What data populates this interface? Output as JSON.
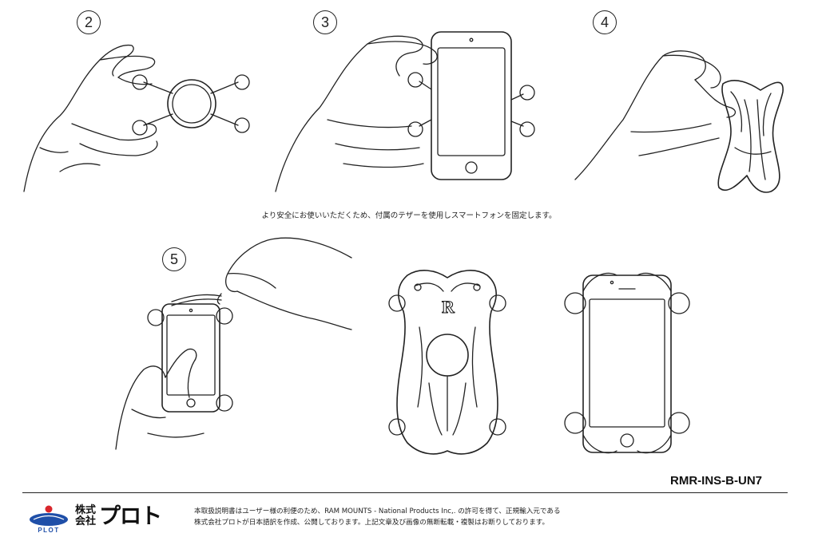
{
  "steps": [
    {
      "number": "2"
    },
    {
      "number": "3"
    },
    {
      "number": "4"
    },
    {
      "number": "5"
    }
  ],
  "notice_text": "より安全にお使いいただくため、付属のテザーを使用しスマートフォンを固定します。",
  "cradle_logo_letter": "R",
  "doc_code": "RMR-INS-B-UN7",
  "logo": {
    "mark_text": "PLOT",
    "company_prefix": "株式会社",
    "company_name": "プロト"
  },
  "footer": {
    "line1": "本取扱説明書はユーザー様の利便のため、RAM MOUNTS - National Products Inc,. の許可を得て、正規輸入元である",
    "line2": "株式会社プロトが日本語訳を作成、公開しております。上記文章及び画像の無断転載・複製はお断りしております。"
  },
  "colors": {
    "line_art": "#222222",
    "logo_blue": "#1f4fa8",
    "logo_red": "#d9262c"
  }
}
